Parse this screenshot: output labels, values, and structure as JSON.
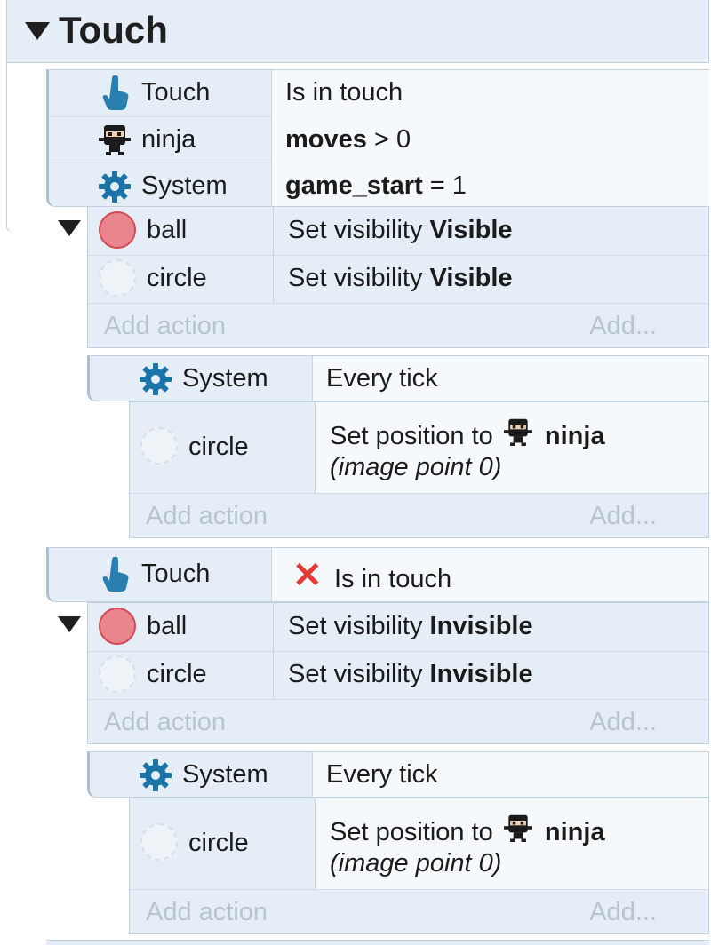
{
  "group": {
    "title": "Touch"
  },
  "block1": {
    "conditions": [
      {
        "object": "Touch",
        "icon": "touch-hand-icon",
        "text": "Is in touch"
      },
      {
        "object": "ninja",
        "icon": "ninja-icon",
        "bold": "moves",
        "rest": " > 0"
      },
      {
        "object": "System",
        "icon": "gear-icon",
        "bold": "game_start",
        "rest": " = 1"
      }
    ],
    "actions": [
      {
        "object": "ball",
        "icon": "ball-icon",
        "text": "Set visibility ",
        "bold": "Visible"
      },
      {
        "object": "circle",
        "icon": "circle-icon",
        "text": "Set visibility ",
        "bold": "Visible"
      }
    ],
    "add_action": "Add action",
    "add_more": "Add...",
    "sub": {
      "condition": {
        "object": "System",
        "icon": "gear-icon",
        "text": "Every tick"
      },
      "action": {
        "object": "circle",
        "icon": "circle-icon",
        "text": "Set position to ",
        "target": "ninja",
        "detail": "(image point 0)"
      },
      "add_action": "Add action",
      "add_more": "Add..."
    }
  },
  "block2": {
    "condition": {
      "object": "Touch",
      "icon": "touch-hand-icon",
      "inverted": true,
      "text": "Is in touch"
    },
    "actions": [
      {
        "object": "ball",
        "icon": "ball-icon",
        "text": "Set visibility ",
        "bold": "Invisible"
      },
      {
        "object": "circle",
        "icon": "circle-icon",
        "text": "Set visibility ",
        "bold": "Invisible"
      }
    ],
    "add_action": "Add action",
    "add_more": "Add...",
    "sub": {
      "condition": {
        "object": "System",
        "icon": "gear-icon",
        "text": "Every tick"
      },
      "action": {
        "object": "circle",
        "icon": "circle-icon",
        "text": "Set position to ",
        "target": "ninja",
        "detail": "(image point 0)"
      },
      "add_action": "Add action",
      "add_more": "Add..."
    }
  },
  "colors": {
    "header_bg": "#e5eef7",
    "border": "#c3d0dd",
    "ball_fill": "#e9868d",
    "invert_x": "#e53935",
    "touch_icon": "#2a7fb0"
  }
}
